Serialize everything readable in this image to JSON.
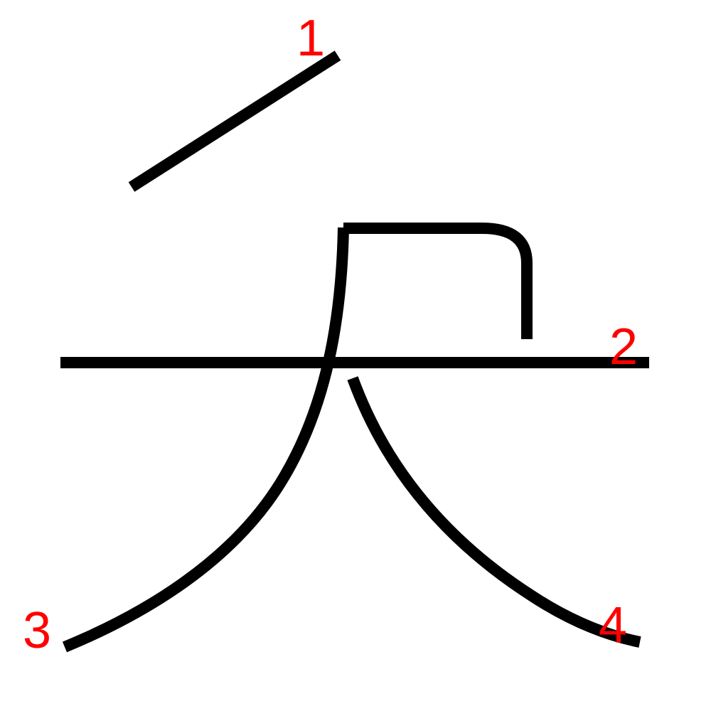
{
  "colors": {
    "stroke": "#000000",
    "label": "#ff0000",
    "background": "#ffffff"
  },
  "labels": {
    "stroke_1": "1",
    "stroke_2": "2",
    "stroke_3": "3",
    "stroke_4": "4"
  }
}
